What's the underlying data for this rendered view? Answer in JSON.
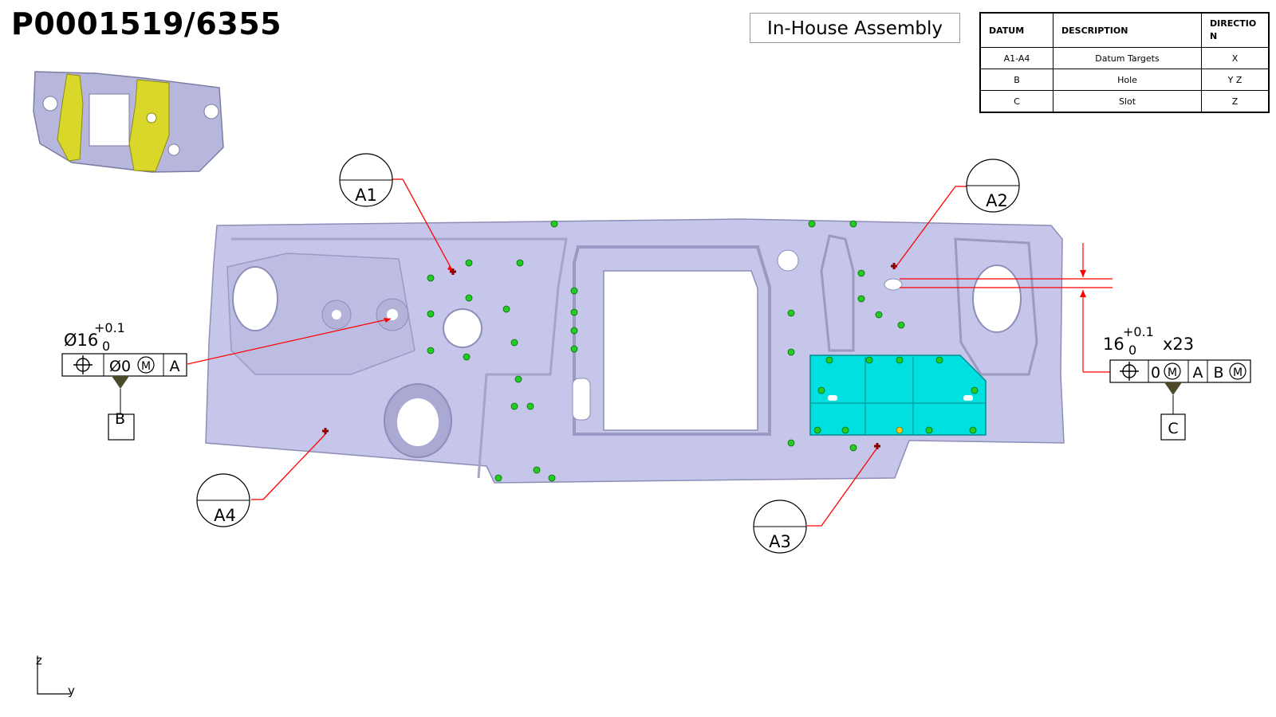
{
  "header": {
    "part_number": "P0001519/6355",
    "assembly_type": "In-House Assembly"
  },
  "datum_table": {
    "headers": [
      "DATUM",
      "DESCRIPTION",
      "DIRECTIO\nN"
    ],
    "rows": [
      {
        "datum": "A1-A4",
        "description": "Datum Targets",
        "direction": "X"
      },
      {
        "datum": "B",
        "description": "Hole",
        "direction": "Y Z"
      },
      {
        "datum": "C",
        "description": "Slot",
        "direction": "Z"
      }
    ]
  },
  "datum_targets": [
    {
      "label": "A1"
    },
    {
      "label": "A2"
    },
    {
      "label": "A3"
    },
    {
      "label": "A4"
    }
  ],
  "callout_b": {
    "size": "Ø16",
    "tol_upper": "+0.1",
    "tol_lower": "0",
    "frame": [
      "Ø0",
      "M",
      "A"
    ],
    "datum": "B"
  },
  "callout_c": {
    "size": "16",
    "tol_upper": "+0.1",
    "tol_lower": "0",
    "length": "x23",
    "frame": [
      "0",
      "M",
      "A",
      "B",
      "M"
    ],
    "datum": "C"
  },
  "axes": {
    "vertical": "z",
    "horizontal": "y"
  },
  "colors": {
    "panel": "#c6c6ea",
    "panel_edge": "#8d8db8",
    "highlight_part": "#00e0e0",
    "thumbnail_highlight": "#d9d82a",
    "leader": "#ff0000",
    "hole_dot": "#22cc22"
  },
  "icons": [
    "position-symbol-icon",
    "max-material-condition-icon",
    "datum-triangle-icon",
    "datum-target-cross-icon"
  ]
}
